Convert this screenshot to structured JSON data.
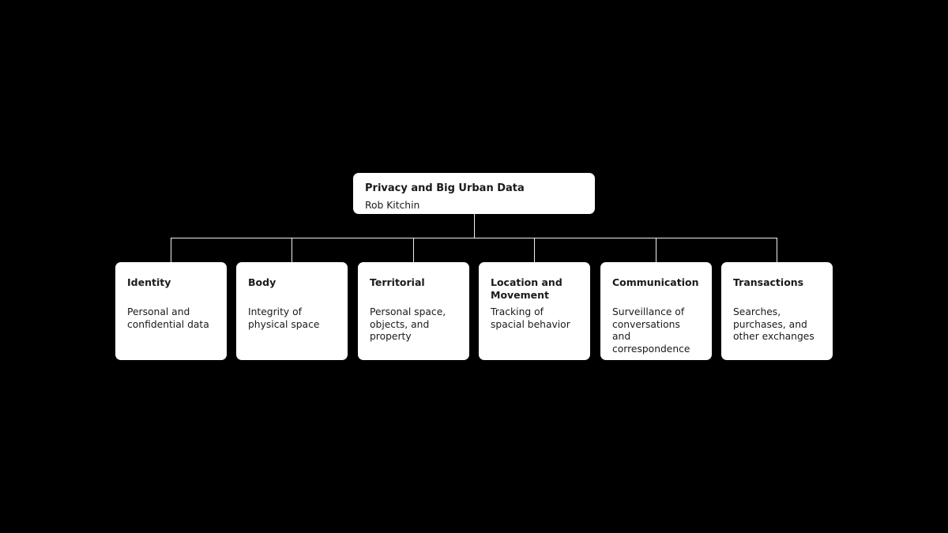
{
  "root": {
    "title": "Privacy and Big Urban Data",
    "subtitle": "Rob Kitchin"
  },
  "children": [
    {
      "title": "Identity",
      "description": "Personal and confidential data"
    },
    {
      "title": "Body",
      "description": "Integrity of physical space"
    },
    {
      "title": "Territorial",
      "description": "Personal space, objects, and property"
    },
    {
      "title": "Location and Movement",
      "description": "Tracking of spacial behavior"
    },
    {
      "title": "Communication",
      "description": "Surveillance of conversations and correspondence"
    },
    {
      "title": "Transactions",
      "description": "Searches, purchases, and other exchanges"
    }
  ],
  "colors": {
    "background": "#000000",
    "node_background": "#ffffff",
    "node_text": "#1a1a1a",
    "connector": "#f0f0f0"
  }
}
